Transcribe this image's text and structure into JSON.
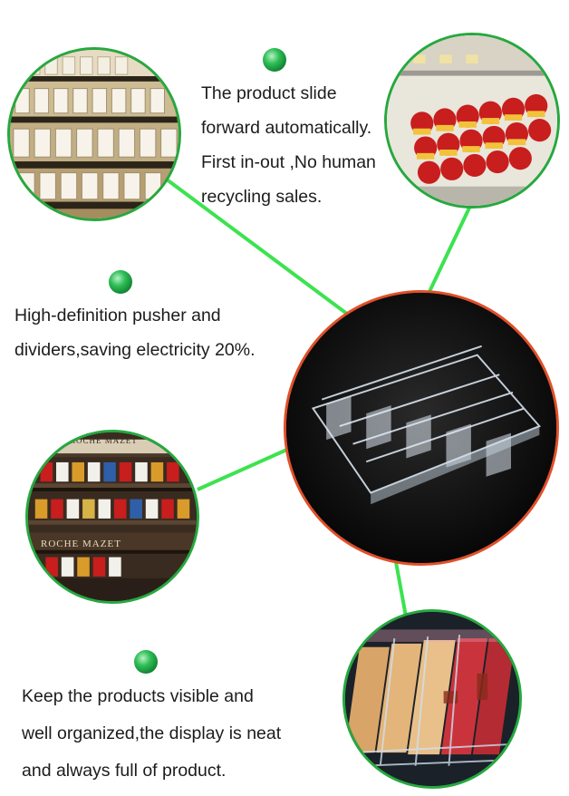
{
  "features": [
    {
      "id": "auto-slide",
      "lines": [
        "The product slide",
        "forward automatically.",
        "First in-out ,No human",
        "recycling sales."
      ]
    },
    {
      "id": "pusher",
      "lines": [
        "High-definition pusher and",
        "dividers,saving electricity 20%."
      ]
    },
    {
      "id": "visible",
      "lines": [
        "Keep the products visible and",
        "well organized,the display is neat",
        "and always full of product."
      ]
    }
  ],
  "shelf_signs": [
    "ROCHE MAZET",
    "ROCHE MAZET"
  ],
  "colors": {
    "accent_green": "#2fbf57",
    "connector_green": "#3ce34f",
    "circle_border_green": "#26a83f",
    "center_border_red": "#e0502a",
    "product_red": "#c81e1e"
  },
  "icons": [
    "green-bullet-icon"
  ]
}
